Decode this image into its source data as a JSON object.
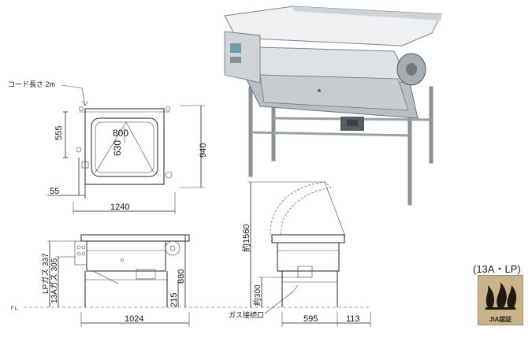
{
  "labels": {
    "cord_length": "コード長さ 2m",
    "gas_inlet": "ガス接続口",
    "floor_line": "F.L."
  },
  "top_view_dims": {
    "depth": "555",
    "basin_width": "800",
    "basin_depth": "630",
    "total_depth": "940",
    "offset": "55",
    "total_width": "1240"
  },
  "front_view_dims": {
    "lp_gas": "LPガス 337",
    "city_gas": "13Aガス 305",
    "height": "880",
    "foot": "215",
    "width": "1024"
  },
  "side_view_dims": {
    "tilt_height": "約1560",
    "gas_height": "約300",
    "depth": "595",
    "rear": "113"
  },
  "badge": {
    "gas_types": "(13A・LP)",
    "cert": "JIA認証"
  },
  "colors": {
    "line": "#222222",
    "steel_light": "#e4e6e8",
    "steel_mid": "#b9bec3",
    "steel_dark": "#7d848b",
    "badge_bg": "#c9b48a"
  }
}
